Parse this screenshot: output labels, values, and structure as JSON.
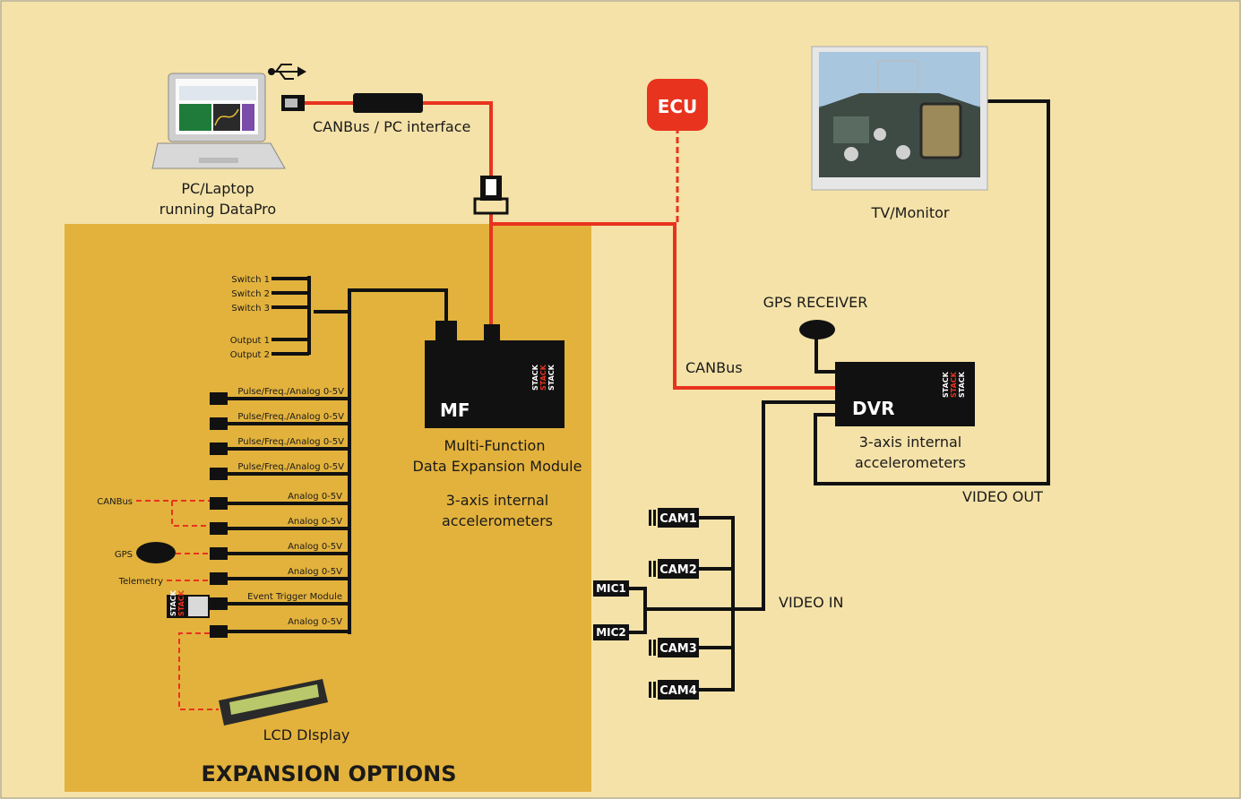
{
  "colors": {
    "background": "#f5e2a8",
    "expansion_panel": "#e3b23c",
    "canbus_red": "#e8331f",
    "wire_black": "#111111",
    "ecu_red": "#e8331f"
  },
  "pc": {
    "label_line1": "PC/Laptop",
    "label_line2": "running DataPro",
    "icon": "laptop-icon",
    "usb_icon": "usb-icon"
  },
  "interface": {
    "label": "CANBus / PC interface"
  },
  "ecu": {
    "label": "ECU"
  },
  "tv": {
    "label": "TV/Monitor"
  },
  "gps_receiver": {
    "label": "GPS RECEIVER"
  },
  "canbus_label": "CANBus",
  "mf": {
    "box_label": "MF",
    "stack_text": "STACK",
    "desc_line1": "Multi-Function",
    "desc_line2": "Data Expansion Module",
    "accel_line1": "3-axis internal",
    "accel_line2": "accelerometers"
  },
  "dvr": {
    "box_label": "DVR",
    "accel_line1": "3-axis internal",
    "accel_line2": "accelerometers"
  },
  "video_out": "VIDEO OUT",
  "video_in": "VIDEO IN",
  "switches": [
    "Switch 1",
    "Switch 2",
    "Switch 3"
  ],
  "outputs": [
    "Output 1",
    "Output 2"
  ],
  "channels": [
    "Pulse/Freq./Analog 0-5V",
    "Pulse/Freq./Analog 0-5V",
    "Pulse/Freq./Analog 0-5V",
    "Pulse/Freq./Analog 0-5V",
    "Analog 0-5V",
    "Analog 0-5V",
    "Analog 0-5V",
    "Analog 0-5V",
    "Event Trigger Module",
    "Analog 0-5V"
  ],
  "left_devices": {
    "canbus": "CANBus",
    "gps": "GPS",
    "telemetry": "Telemetry"
  },
  "cams": [
    "CAM1",
    "CAM2",
    "CAM3",
    "CAM4"
  ],
  "mics": [
    "MIC1",
    "MIC2"
  ],
  "lcd": {
    "label": "LCD DIsplay"
  },
  "expansion": {
    "title": "EXPANSION OPTIONS"
  }
}
